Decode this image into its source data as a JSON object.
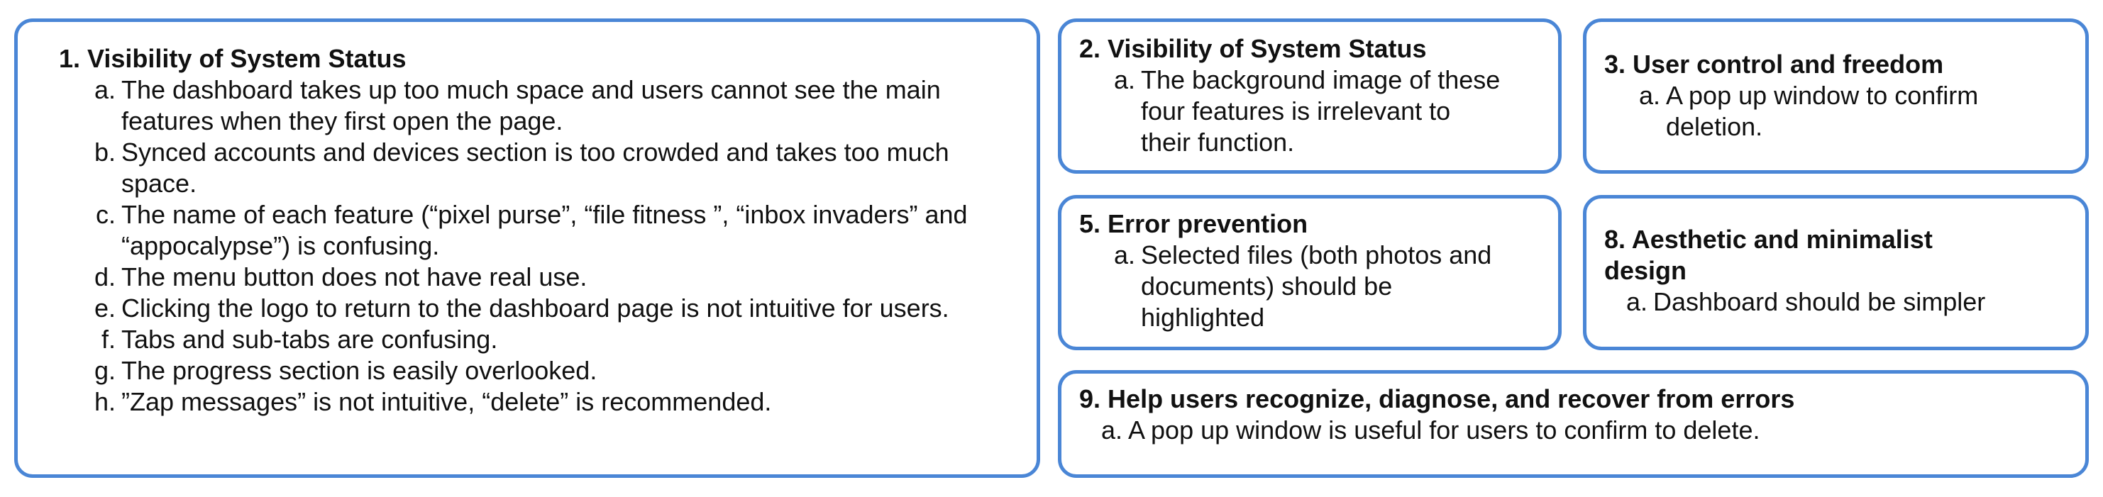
{
  "cards": {
    "c1": {
      "number": "1.",
      "title": "Visibility of System Status",
      "items": [
        {
          "marker": "a",
          "text": "The dashboard takes up too much space and users cannot see the main features when they first open the page."
        },
        {
          "marker": "b",
          "text": "Synced accounts and devices section is too crowded and takes too much space."
        },
        {
          "marker": "c",
          "text": "The name of each feature (“pixel purse”, “file fitness  ”, “inbox invaders” and “appocalypse”) is confusing."
        },
        {
          "marker": "d",
          "text": "The menu button does not have real use."
        },
        {
          "marker": "e",
          "text": "Clicking the logo to return to the dashboard page is not intuitive for users."
        },
        {
          "marker": "f",
          "text": "Tabs and sub-tabs are confusing."
        },
        {
          "marker": "g",
          "text": "The progress section is easily overlooked."
        },
        {
          "marker": "h",
          "text": "”Zap messages” is not intuitive, “delete” is recommended."
        }
      ]
    },
    "c2": {
      "number": "2.",
      "title": "Visibility of System Status",
      "items": [
        {
          "marker": "a",
          "text": "The background image of these four features is irrelevant to their function."
        }
      ]
    },
    "c3": {
      "number": "3.",
      "title": "User control and freedom",
      "items": [
        {
          "marker": "a",
          "text": "A pop up window to confirm deletion."
        }
      ]
    },
    "c5": {
      "number": "5.",
      "title": "Error prevention",
      "items": [
        {
          "marker": "a",
          "text": "Selected files (both photos and documents) should be highlighted"
        }
      ]
    },
    "c8": {
      "number": "8.",
      "title": "Aesthetic and minimalist design",
      "items": [
        {
          "marker": "a",
          "text": "Dashboard should be simpler"
        }
      ]
    },
    "c9": {
      "number": "9.",
      "title": "Help users recognize, diagnose, and recover from errors",
      "items": [
        {
          "marker": "a",
          "text": "A pop up window is useful for users to confirm to delete."
        }
      ]
    }
  },
  "colors": {
    "card_border": "#4a86d6",
    "text": "#111111",
    "background": "#ffffff"
  }
}
